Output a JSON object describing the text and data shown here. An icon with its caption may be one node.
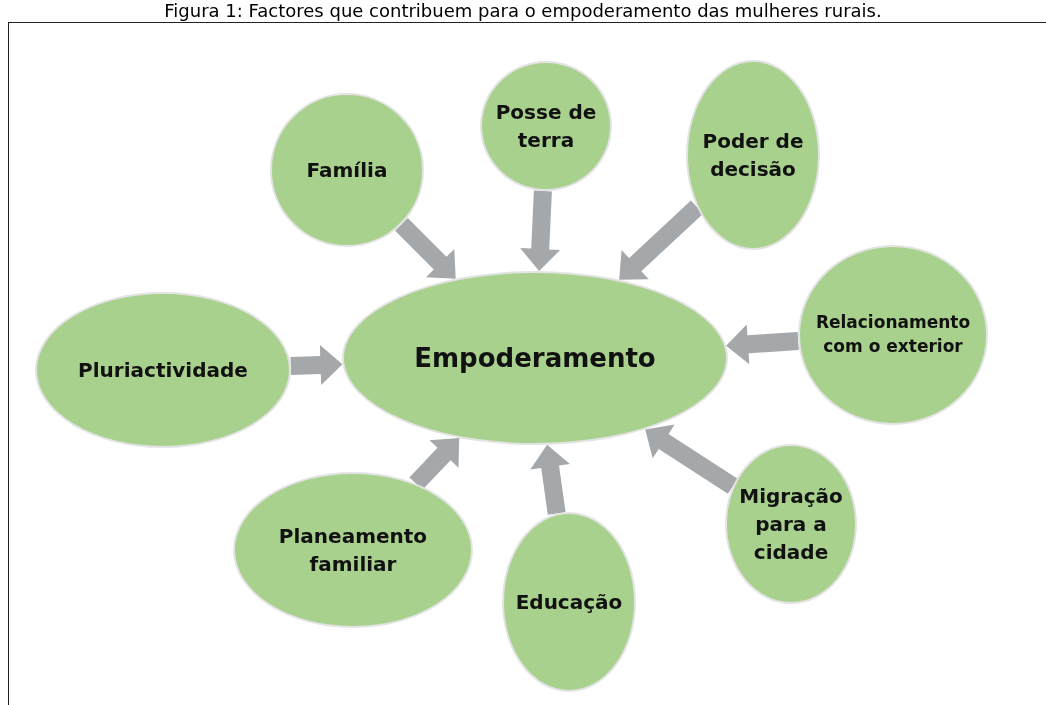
{
  "diagram": {
    "title": "Figura 1: Factores que contribuem para o empoderamento das mulheres rurais.",
    "nodes": [
      {
        "text": [
          "Empoderamento"
        ]
      },
      {
        "text": [
          "Família"
        ]
      },
      {
        "text": [
          "Posse de terra"
        ]
      },
      {
        "text": [
          "Poder de decisão"
        ]
      },
      {
        "text": [
          "Relacionamento com o exterior"
        ]
      },
      {
        "text": [
          "Pluriactividade"
        ]
      },
      {
        "text": [
          "Planeamento familiar"
        ]
      },
      {
        "text": [
          "Educação"
        ]
      },
      {
        "text": [
          "Migração para a cidade"
        ]
      }
    ],
    "edges": [
      {
        "from": 1,
        "to": 0,
        "arrow": "to"
      },
      {
        "from": 2,
        "to": 0,
        "arrow": "to"
      },
      {
        "from": 3,
        "to": 0,
        "arrow": "to"
      },
      {
        "from": 4,
        "to": 0,
        "arrow": "to"
      },
      {
        "from": 5,
        "to": 0,
        "arrow": "to"
      },
      {
        "from": 6,
        "to": 0,
        "arrow": "to"
      },
      {
        "from": 7,
        "to": 0,
        "arrow": "to"
      },
      {
        "from": 8,
        "to": 0,
        "arrow": "to"
      }
    ]
  }
}
